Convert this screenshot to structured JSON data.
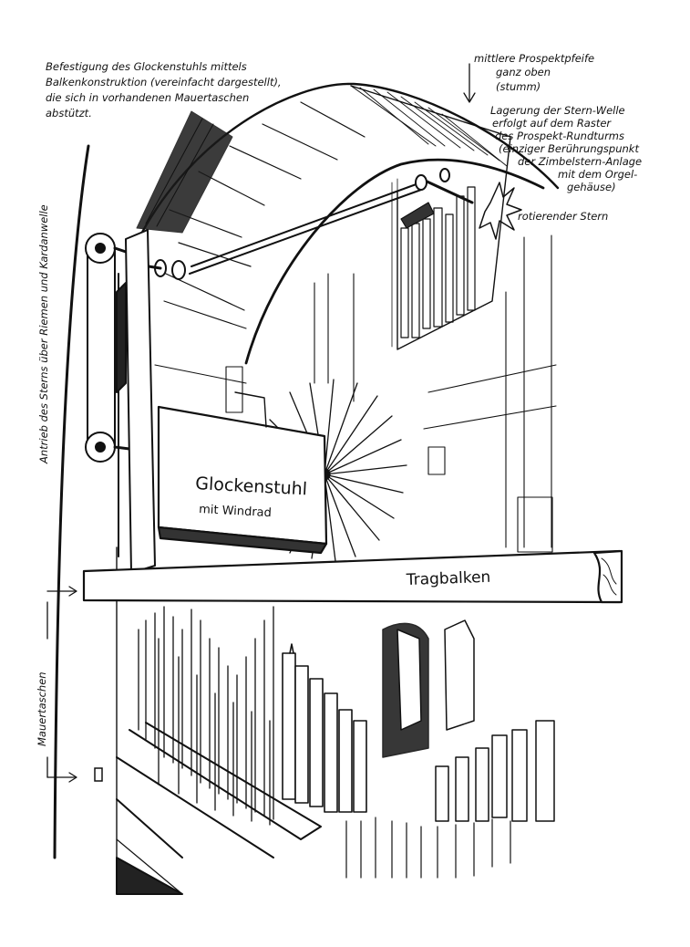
{
  "annotations": {
    "befestigung": [
      "Befestigung des Glockenstuhls mittels",
      "Balkenkonstruktion (vereinfacht dargestellt),",
      "die sich in vorhandenen Mauertaschen",
      "abstützt."
    ],
    "prospektpfeife": [
      "mittlere Prospektpfeife",
      "ganz oben",
      "(stumm)"
    ],
    "lagerung": [
      "Lagerung der Stern-Welle",
      "erfolgt auf dem Raster",
      "des Prospekt-Rundturms",
      "(einziger Berührungspunkt",
      "der Zimbelstern-Anlage",
      "mit dem Orgel-",
      "gehäuse)"
    ],
    "stern": "rotierender Stern",
    "antrieb": "Antrieb des Sterns über Riemen und Kardanwelle",
    "mauertaschen": "Mauertaschen",
    "glockenstuhl": [
      "Glockenstuhl",
      "mit Windrad"
    ],
    "tragbalken": "Tragbalken"
  }
}
